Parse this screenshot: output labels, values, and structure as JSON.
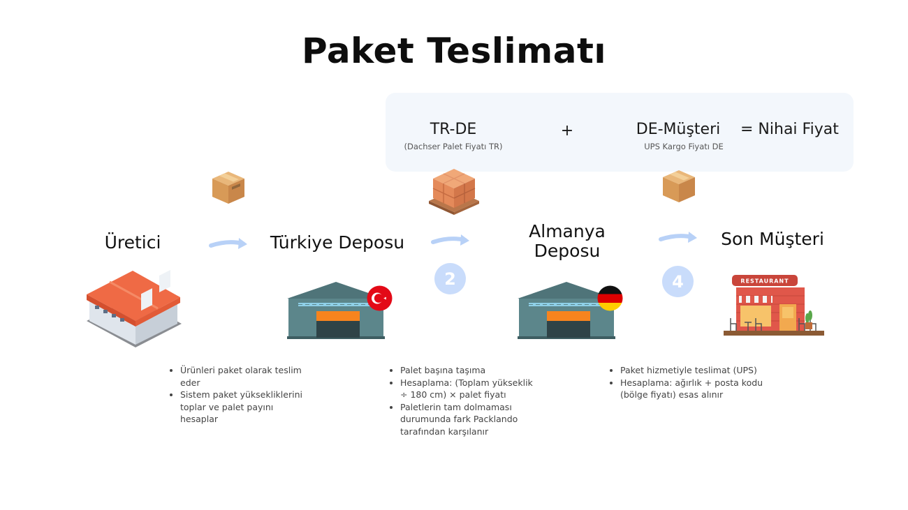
{
  "title": "Paket Teslimatı",
  "formula": {
    "part1_main": "TR-DE",
    "part1_sub": "(Dachser Palet Fiyatı TR)",
    "plus": "+",
    "part2_main": "DE-Müşteri",
    "part2_sub": "UPS Kargo Fiyatı DE",
    "result": "= Nihai Fiyat"
  },
  "nodes": [
    {
      "label": "Üretici"
    },
    {
      "label": "Türkiye Deposu"
    },
    {
      "label_line1": "Almanya",
      "label_line2": "Deposu"
    },
    {
      "label": "Son Müşteri"
    }
  ],
  "steps": [
    "2",
    "4"
  ],
  "restaurant_sign": "RESTAURANT",
  "notes": {
    "uretici": [
      "Ürünleri paket olarak teslim eder",
      "Sistem paket yüksekliklerini toplar ve palet payını hesaplar"
    ],
    "palet": [
      "Palet başına taşıma",
      "Hesaplama: (Toplam yükseklik ÷ 180 cm) × palet fiyatı",
      "Paletlerin tam dolmaması durumunda fark Packlando tarafından karşılanır"
    ],
    "paket": [
      "Paket hizmetiyle teslimat (UPS)",
      "Hesaplama: ağırlık + posta kodu (bölge fiyatı) esas alınır"
    ]
  },
  "colors": {
    "arrow": "#b8d1f7",
    "badge": "#c9dcfb",
    "formula_bg": "#f3f7fc",
    "box": "#d7a368",
    "warehouse": "#5c868b",
    "door": "#f7841e",
    "roof_red": "#ef6a45"
  }
}
